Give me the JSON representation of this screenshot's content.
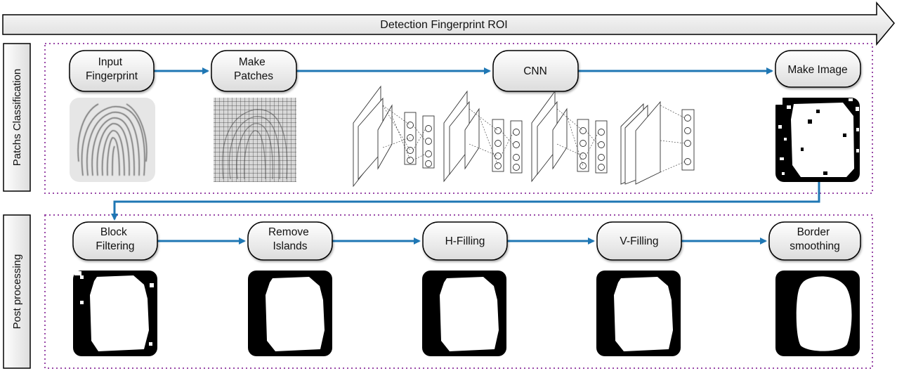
{
  "banner": {
    "label": "Detection Fingerprint ROI"
  },
  "sections": {
    "patches": {
      "label": "Patchs Classification"
    },
    "post": {
      "label": "Post processing"
    }
  },
  "stages": {
    "input": [
      "Input",
      "Fingerprint"
    ],
    "patches": [
      "Make",
      "Patches"
    ],
    "cnn": [
      "CNN"
    ],
    "image": [
      "Make Image"
    ],
    "block": [
      "Block",
      "Filtering"
    ],
    "islands": [
      "Remove",
      "Islands"
    ],
    "hfill": [
      "H-Filling"
    ],
    "vfill": [
      "V-Filling"
    ],
    "border": [
      "Border",
      "smoothing"
    ]
  },
  "colors": {
    "arrow": "#1f77b4",
    "section_border": "#9a4aa8",
    "mask_bg": "#000000",
    "mask_fg": "#ffffff"
  },
  "icons": {
    "fingerprint": "fingerprint-image",
    "patch_grid": "patch-grid-image",
    "cnn": "cnn-architecture-diagram",
    "mask": "binary-mask-image"
  }
}
